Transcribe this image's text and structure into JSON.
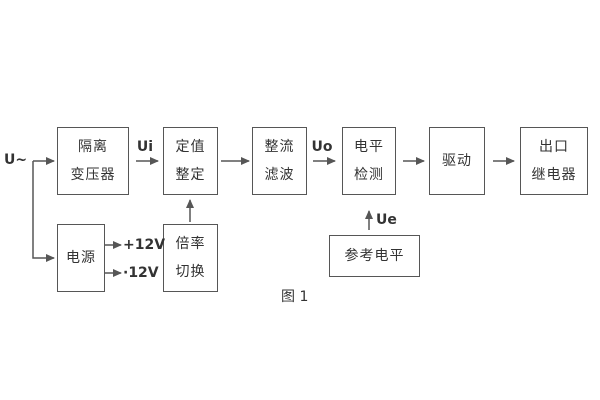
{
  "figure": {
    "caption": "图 1",
    "input_label": "U~",
    "signals": {
      "ui": "Ui",
      "uo": "Uo",
      "ue": "Ue"
    },
    "power_rails": {
      "positive": "+12V",
      "negative": "·12V"
    },
    "blocks": {
      "isolation_transformer": {
        "line1": "隔离",
        "line2": "变压器"
      },
      "setting_adjust": {
        "line1": "定值",
        "line2": "整定"
      },
      "rectifier_filter": {
        "line1": "整流",
        "line2": "滤波"
      },
      "level_detector": {
        "line1": "电平",
        "line2": "检测"
      },
      "driver": {
        "label": "驱动"
      },
      "output_relay": {
        "line1": "出口",
        "line2": "继电器"
      },
      "power_supply": {
        "label": "电源"
      },
      "ratio_switch": {
        "line1": "倍率",
        "line2": "切换"
      },
      "reference_level": {
        "label": "参考电平"
      }
    },
    "colors": {
      "wire": "#565656",
      "text": "#333333",
      "background": "#ffffff"
    }
  }
}
